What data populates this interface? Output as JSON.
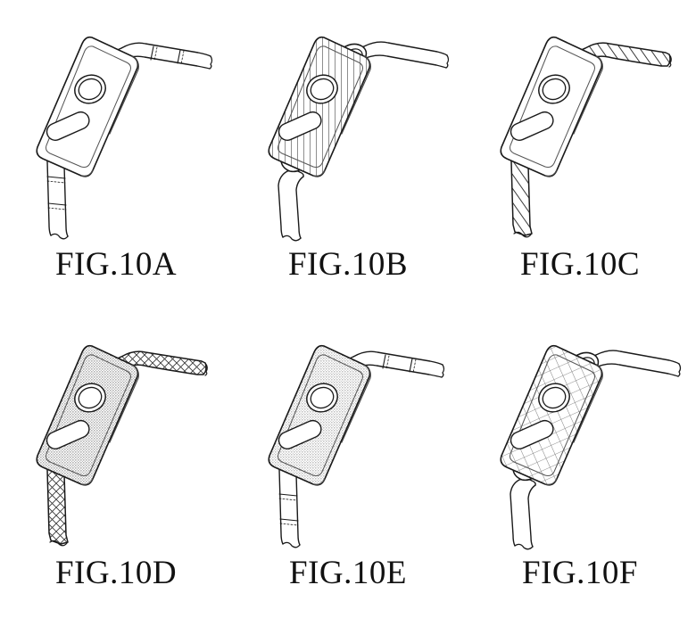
{
  "sheet": {
    "title": "FIG.10A - FIG.10F",
    "background_color": "#ffffff",
    "ink_color": "#1a1a1a",
    "rows": 2,
    "columns": 3
  },
  "figures": [
    {
      "id": "fig-10a",
      "caption": "FIG.10A",
      "body_fill": "none",
      "body_fill_label": "plain",
      "band_fill": "none",
      "band_fill_label": "plain",
      "has_lug_connectors": false,
      "band_segment_lines": true,
      "components": {
        "case": "watch-case",
        "crown": "rotary-crown",
        "side_button": "side-button",
        "upper_band": "upper-band",
        "lower_band": "lower-band"
      }
    },
    {
      "id": "fig-10b",
      "caption": "FIG.10B",
      "body_fill": "vertical-lines",
      "body_fill_label": "vertical line hatching",
      "band_fill": "none",
      "band_fill_label": "plain",
      "has_lug_connectors": true,
      "band_segment_lines": false,
      "components": {
        "case": "watch-case",
        "crown": "rotary-crown",
        "side_button": "side-button",
        "upper_band": "upper-band",
        "lower_band": "lower-band"
      }
    },
    {
      "id": "fig-10c",
      "caption": "FIG.10C",
      "body_fill": "none",
      "body_fill_label": "plain",
      "band_fill": "diagonal-hatch",
      "band_fill_label": "diagonal hatching",
      "has_lug_connectors": false,
      "band_segment_lines": false,
      "components": {
        "case": "watch-case",
        "crown": "rotary-crown",
        "side_button": "side-button",
        "upper_band": "upper-band",
        "lower_band": "lower-band"
      }
    },
    {
      "id": "fig-10d",
      "caption": "FIG.10D",
      "body_fill": "stipple",
      "body_fill_label": "stipple shading",
      "band_fill": "cross-hatch",
      "band_fill_label": "cross hatching",
      "has_lug_connectors": false,
      "band_segment_lines": false,
      "components": {
        "case": "watch-case",
        "crown": "rotary-crown",
        "side_button": "side-button",
        "upper_band": "upper-band",
        "lower_band": "lower-band"
      }
    },
    {
      "id": "fig-10e",
      "caption": "FIG.10E",
      "body_fill": "stipple",
      "body_fill_label": "stipple shading",
      "band_fill": "none",
      "band_fill_label": "plain",
      "has_lug_connectors": false,
      "band_segment_lines": true,
      "components": {
        "case": "watch-case",
        "crown": "rotary-crown",
        "side_button": "side-button",
        "upper_band": "upper-band",
        "lower_band": "lower-band"
      }
    },
    {
      "id": "fig-10f",
      "caption": "FIG.10F",
      "body_fill": "grid",
      "body_fill_label": "square grid hatching",
      "band_fill": "none",
      "band_fill_label": "plain",
      "has_lug_connectors": true,
      "band_segment_lines": false,
      "components": {
        "case": "watch-case",
        "crown": "rotary-crown",
        "side_button": "side-button",
        "upper_band": "upper-band",
        "lower_band": "lower-band"
      }
    }
  ]
}
